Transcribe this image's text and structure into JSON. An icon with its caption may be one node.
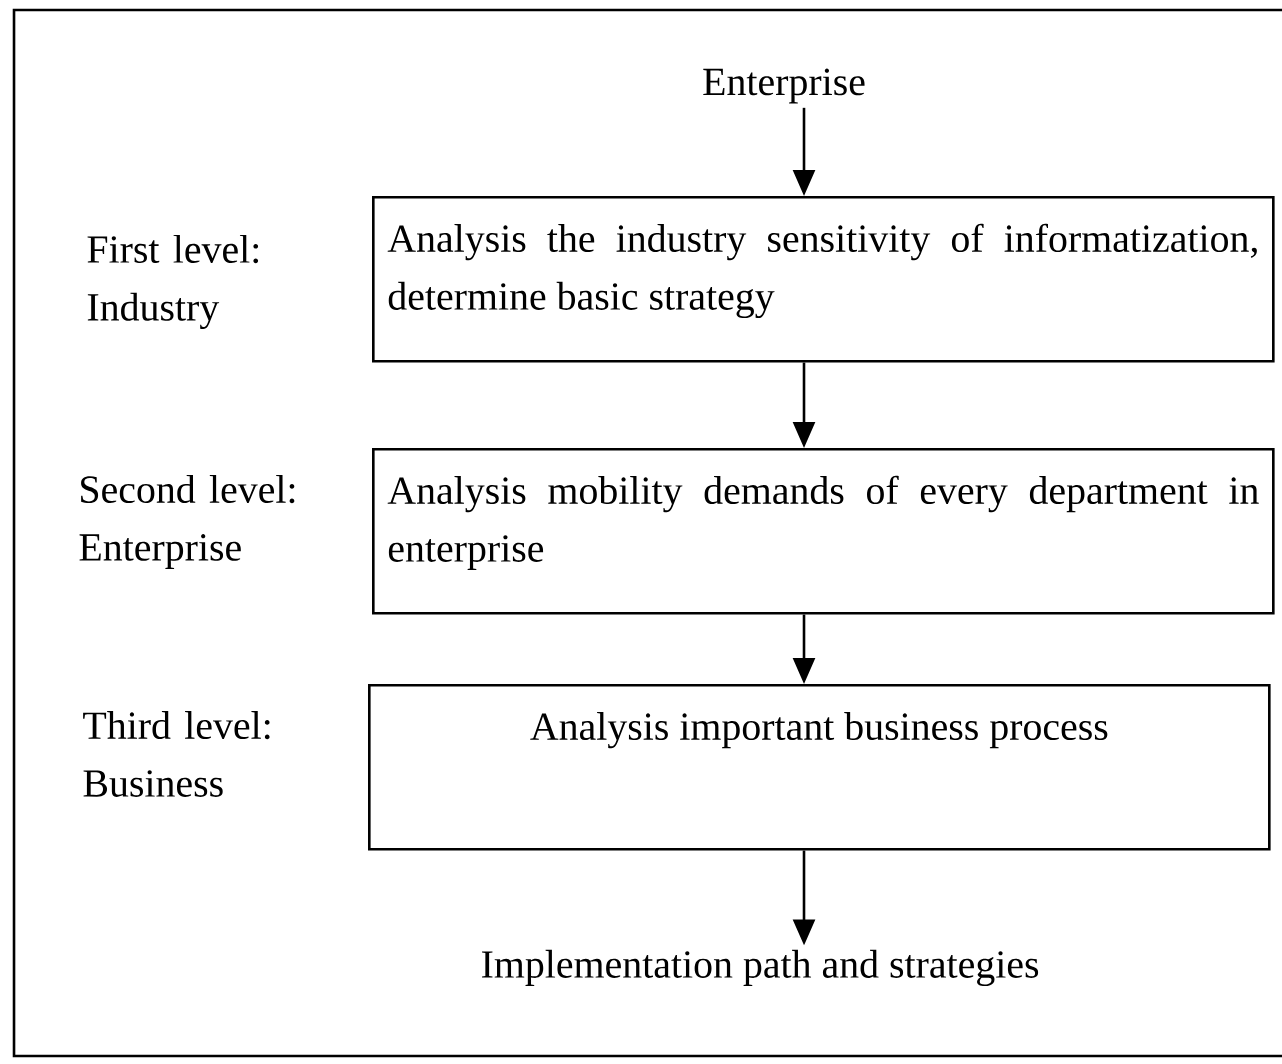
{
  "diagram": {
    "nodes": [
      {
        "text": [
          "Enterprise"
        ]
      },
      {
        "text": [
          "Analysis the industry sensitivity of informatization, determine basic strategy"
        ],
        "beside": [
          "First level: Industry"
        ]
      },
      {
        "text": [
          "Analysis mobility demands of every department in enterprise"
        ],
        "beside": [
          "Second level: Enterprise"
        ]
      },
      {
        "text": [
          "Analysis important business process"
        ],
        "beside": [
          "Third level: Business"
        ]
      },
      {
        "text": [
          "Implementation path and strategies"
        ]
      }
    ],
    "edges": [
      {
        "from": 0,
        "to": 1,
        "arrow": "to"
      },
      {
        "from": 1,
        "to": 2,
        "arrow": "to"
      },
      {
        "from": 2,
        "to": 3,
        "arrow": "to"
      },
      {
        "from": 3,
        "to": 4,
        "arrow": "to"
      }
    ]
  }
}
